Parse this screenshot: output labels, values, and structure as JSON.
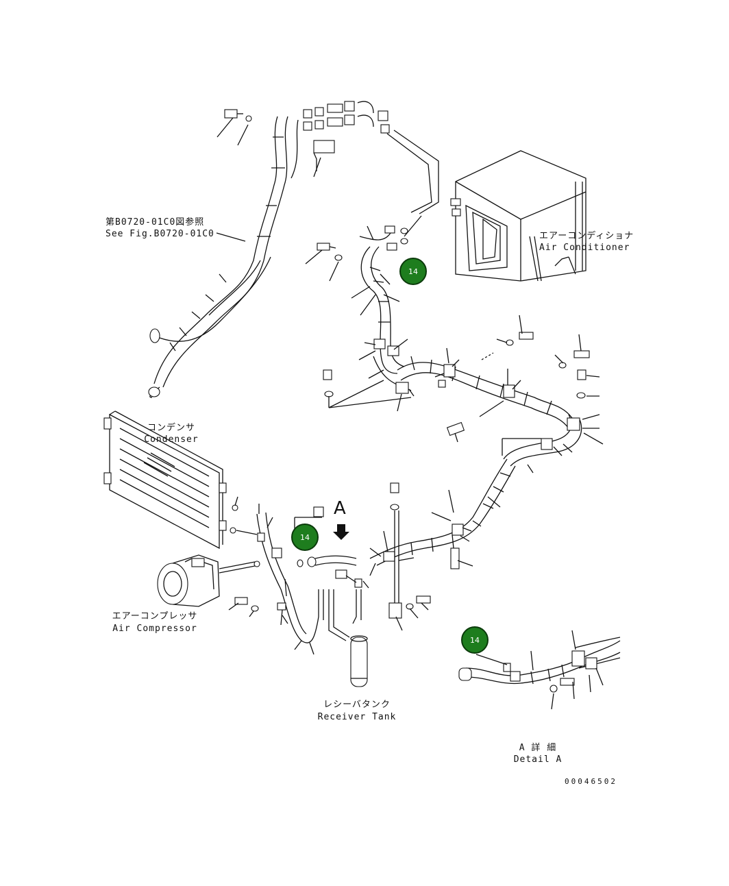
{
  "labels": {
    "see_fig_jp": "第B0720-01C0図参照",
    "see_fig_en": "See Fig.B0720-01C0",
    "air_conditioner_jp": "エアーコンディショナ",
    "air_conditioner_en": "Air Conditioner",
    "condenser_jp": "コンデンサ",
    "condenser_en": "Condenser",
    "air_compressor_jp": "エアーコンプレッサ",
    "air_compressor_en": "Air Compressor",
    "receiver_tank_jp": "レシーバタンク",
    "receiver_tank_en": "Receiver Tank",
    "detail_jp": "A 詳 細",
    "detail_en": "Detail A",
    "view_marker": "A",
    "drawing_number": "00046502"
  },
  "callouts": [
    {
      "id": "callout-1",
      "number": "14"
    },
    {
      "id": "callout-2",
      "number": "14"
    },
    {
      "id": "callout-3",
      "number": "14"
    }
  ],
  "colors": {
    "callout_fill": "#1e7d1e",
    "line": "#111111"
  }
}
